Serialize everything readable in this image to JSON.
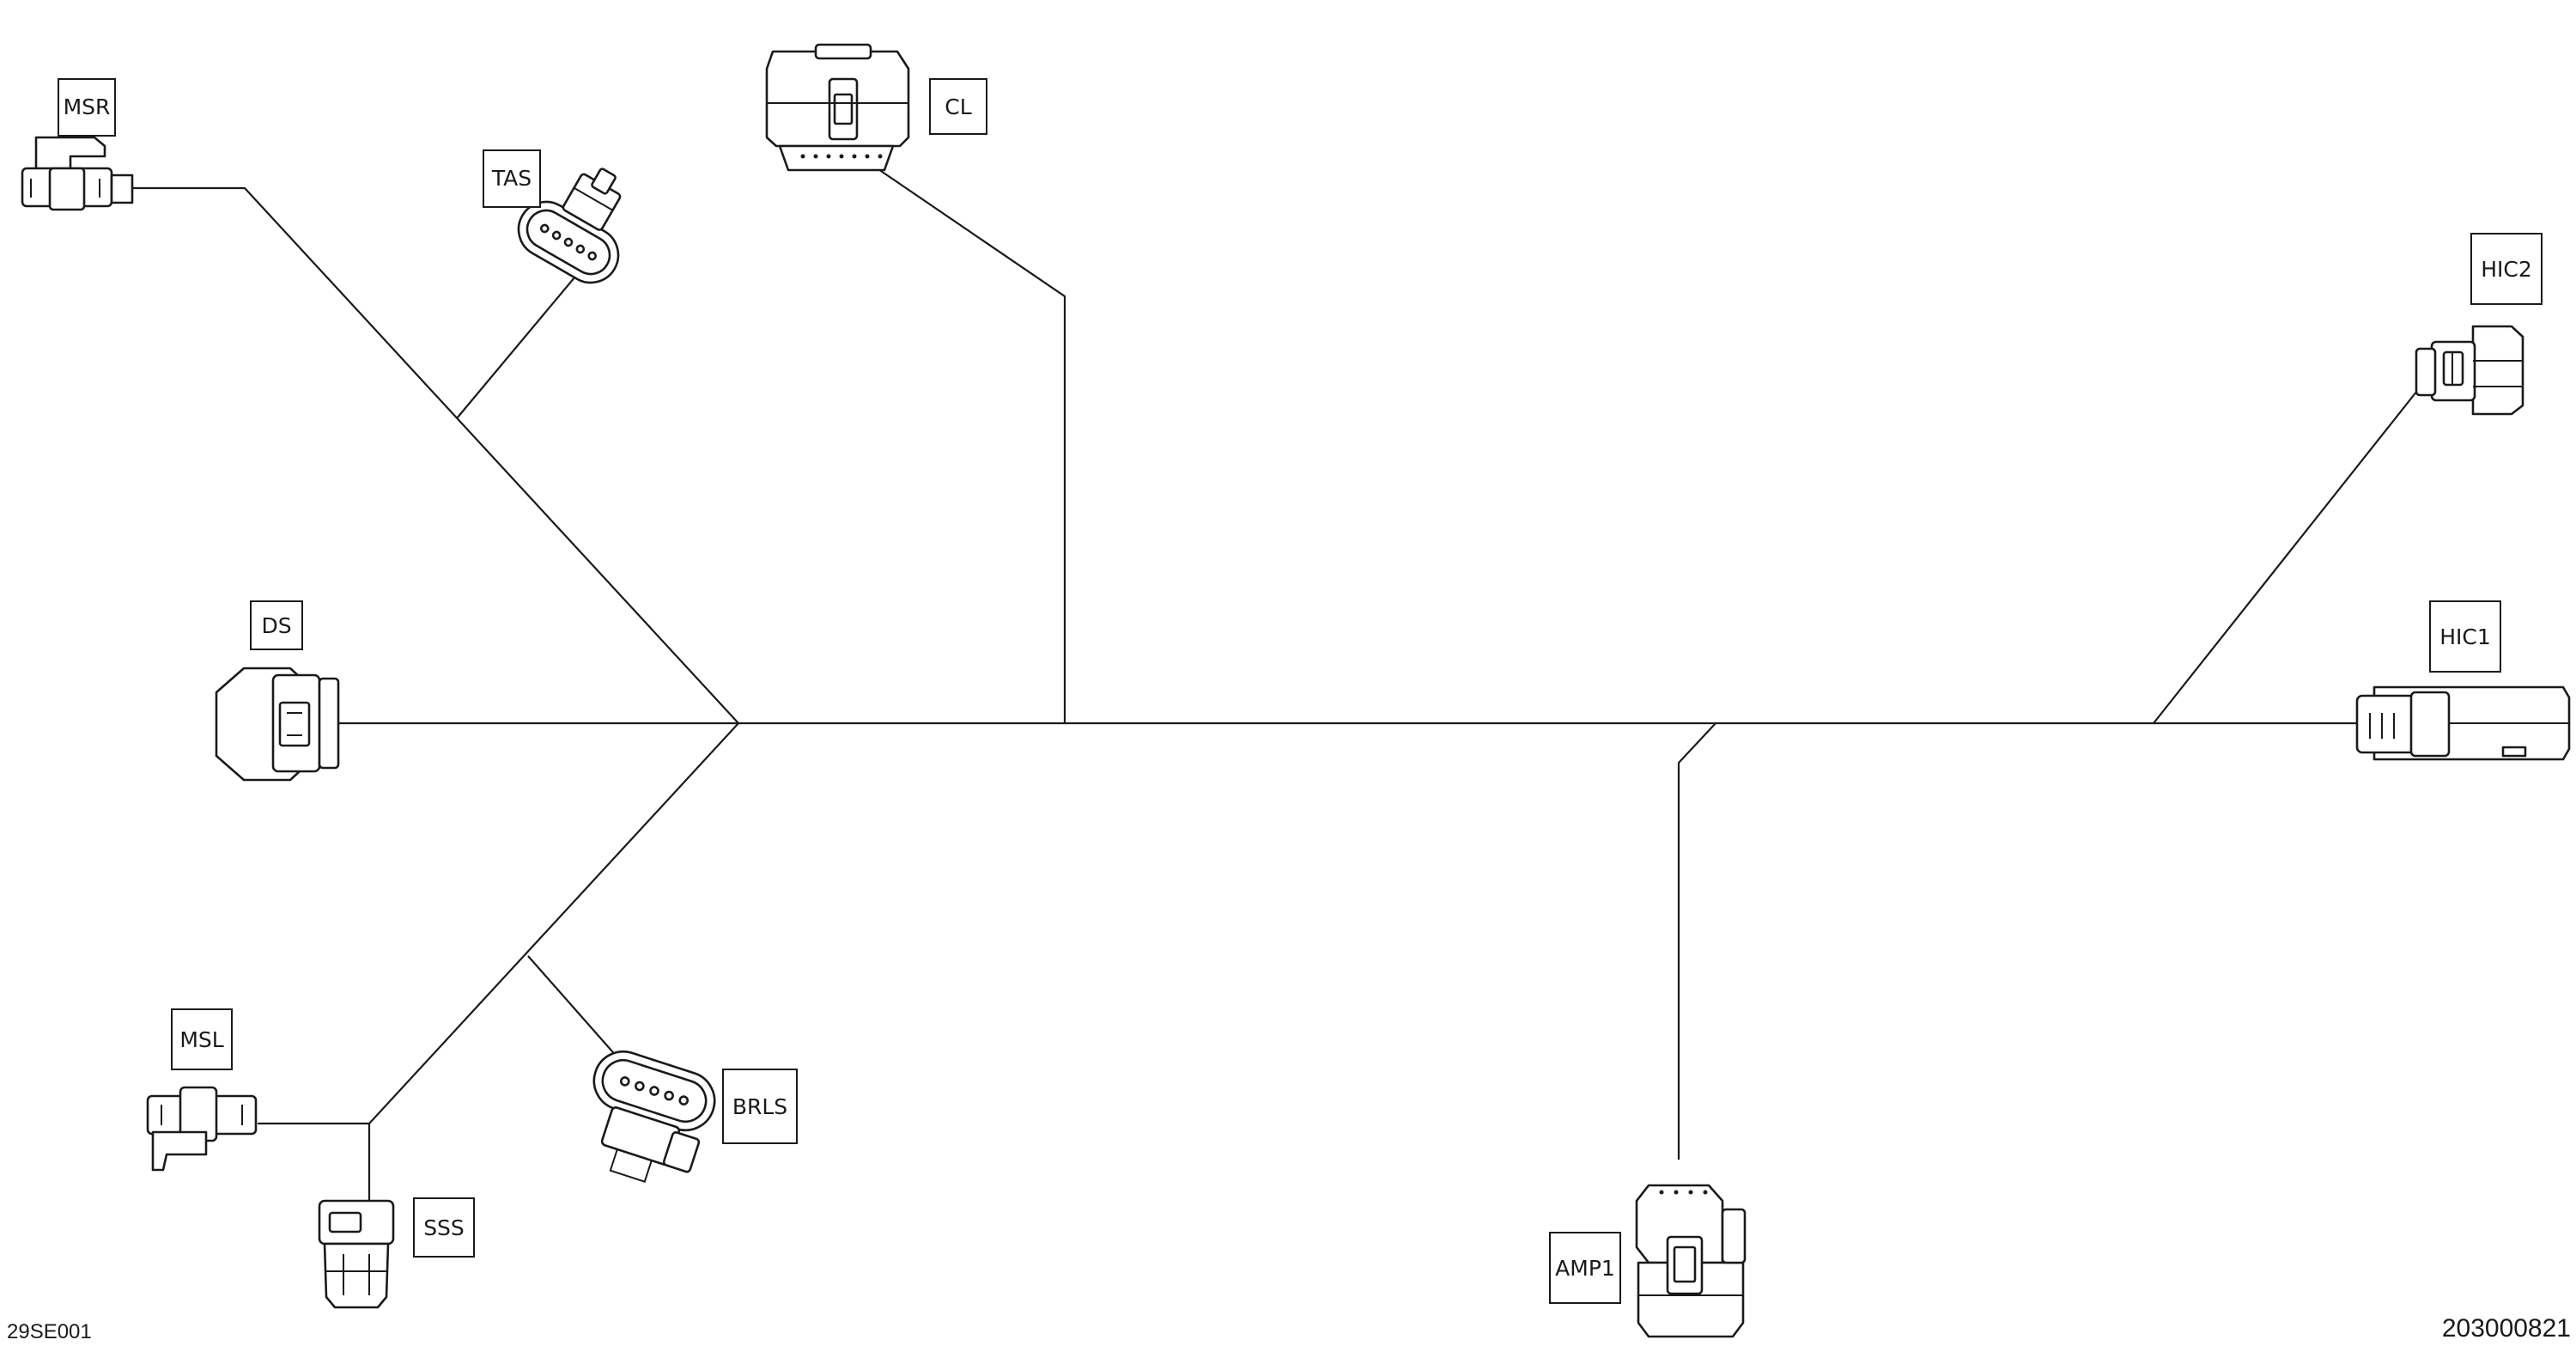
{
  "labels": {
    "msr": "MSR",
    "tas": "TAS",
    "cl": "CL",
    "hic2": "HIC2",
    "hic1": "HIC1",
    "ds": "DS",
    "msl": "MSL",
    "sss": "SSS",
    "brls": "BRLS",
    "amp1": "AMP1"
  },
  "footer": {
    "left_code": "29SE001",
    "right_code": "203000821"
  }
}
